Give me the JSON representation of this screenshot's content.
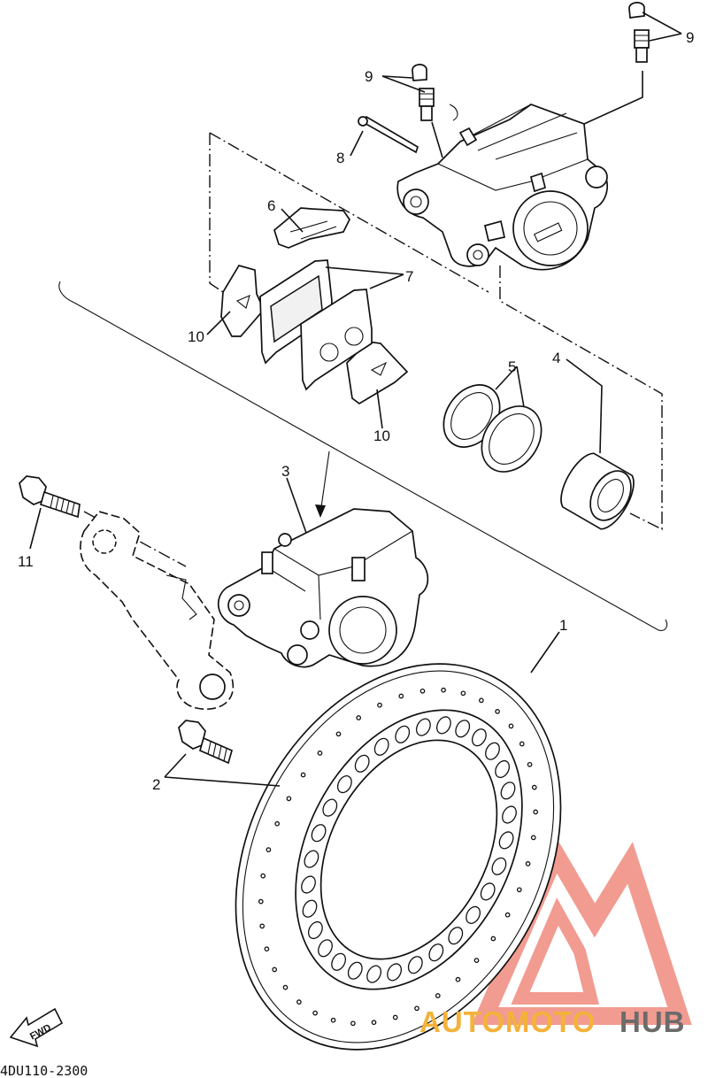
{
  "diagram_code": "4DU110-2300",
  "fwd_label": "FWD",
  "watermark": {
    "text_left": "AUTOMOTO",
    "text_right": "HUB",
    "color_left": "#f3b23a",
    "color_right": "#6b6b6b",
    "logo_color": "#f08a7e"
  },
  "callouts": {
    "c1": "1",
    "c2": "2",
    "c3": "3",
    "c4": "4",
    "c5": "5",
    "c6": "6",
    "c7": "7",
    "c8": "8",
    "c9_top": "9",
    "c9_mid": "9",
    "c10_left": "10",
    "c10_bottom": "10",
    "c11": "11"
  }
}
